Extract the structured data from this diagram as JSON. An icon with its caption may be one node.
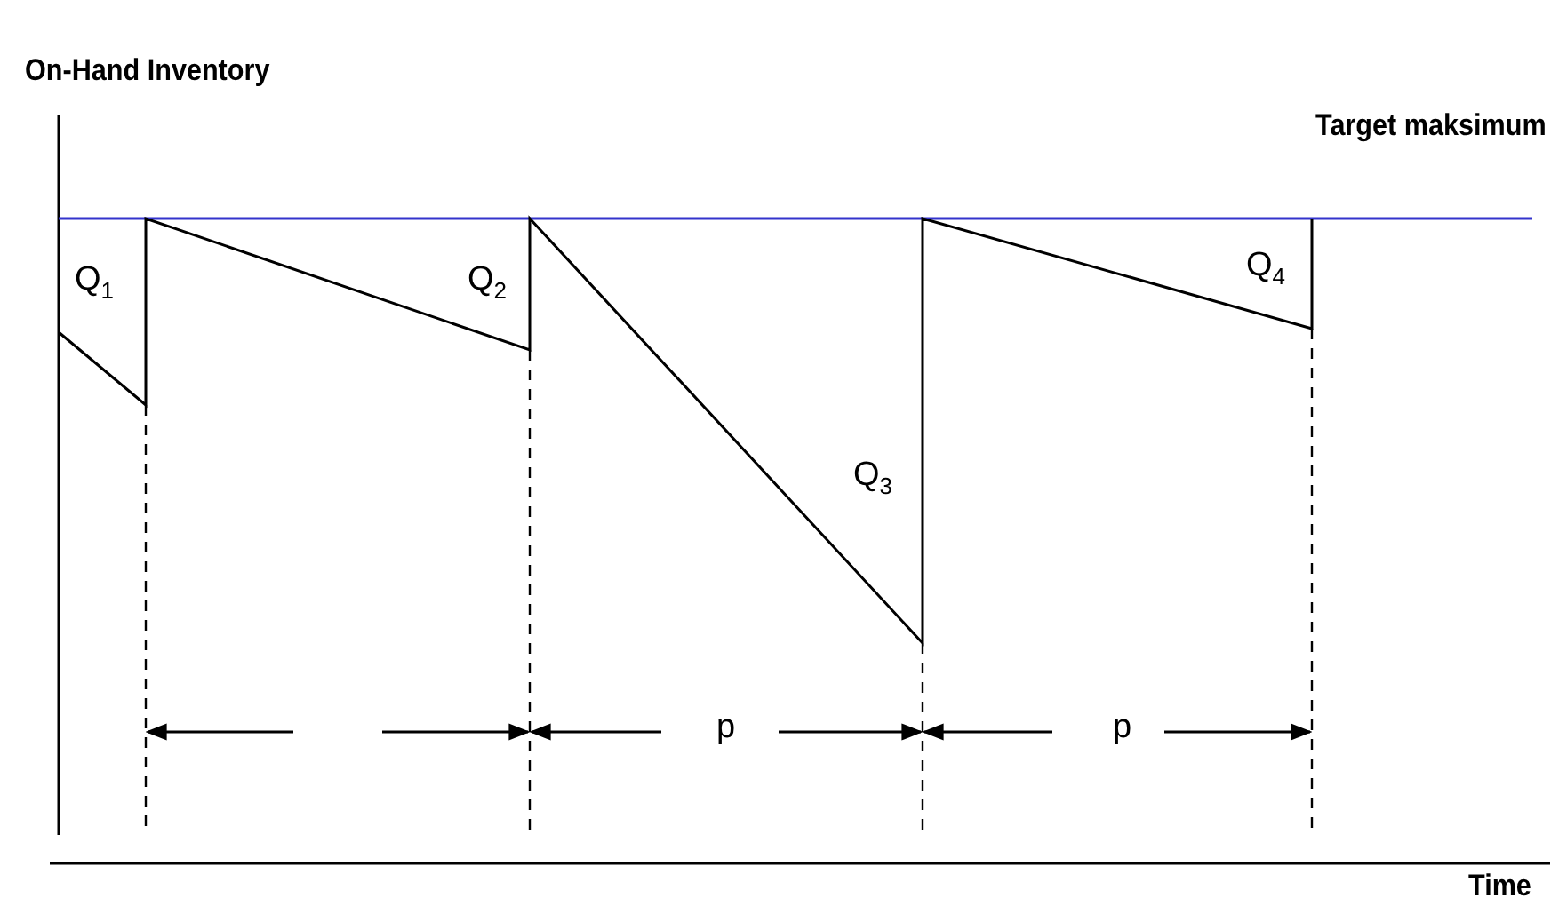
{
  "diagram": {
    "labels": [
      "On-Hand Inventory",
      "Target maksimum",
      "Q$_{1}$",
      "Q$_{2}$",
      "Q$_{3}$",
      "Q$_{4}$",
      "p",
      "p",
      "Time"
    ]
  }
}
